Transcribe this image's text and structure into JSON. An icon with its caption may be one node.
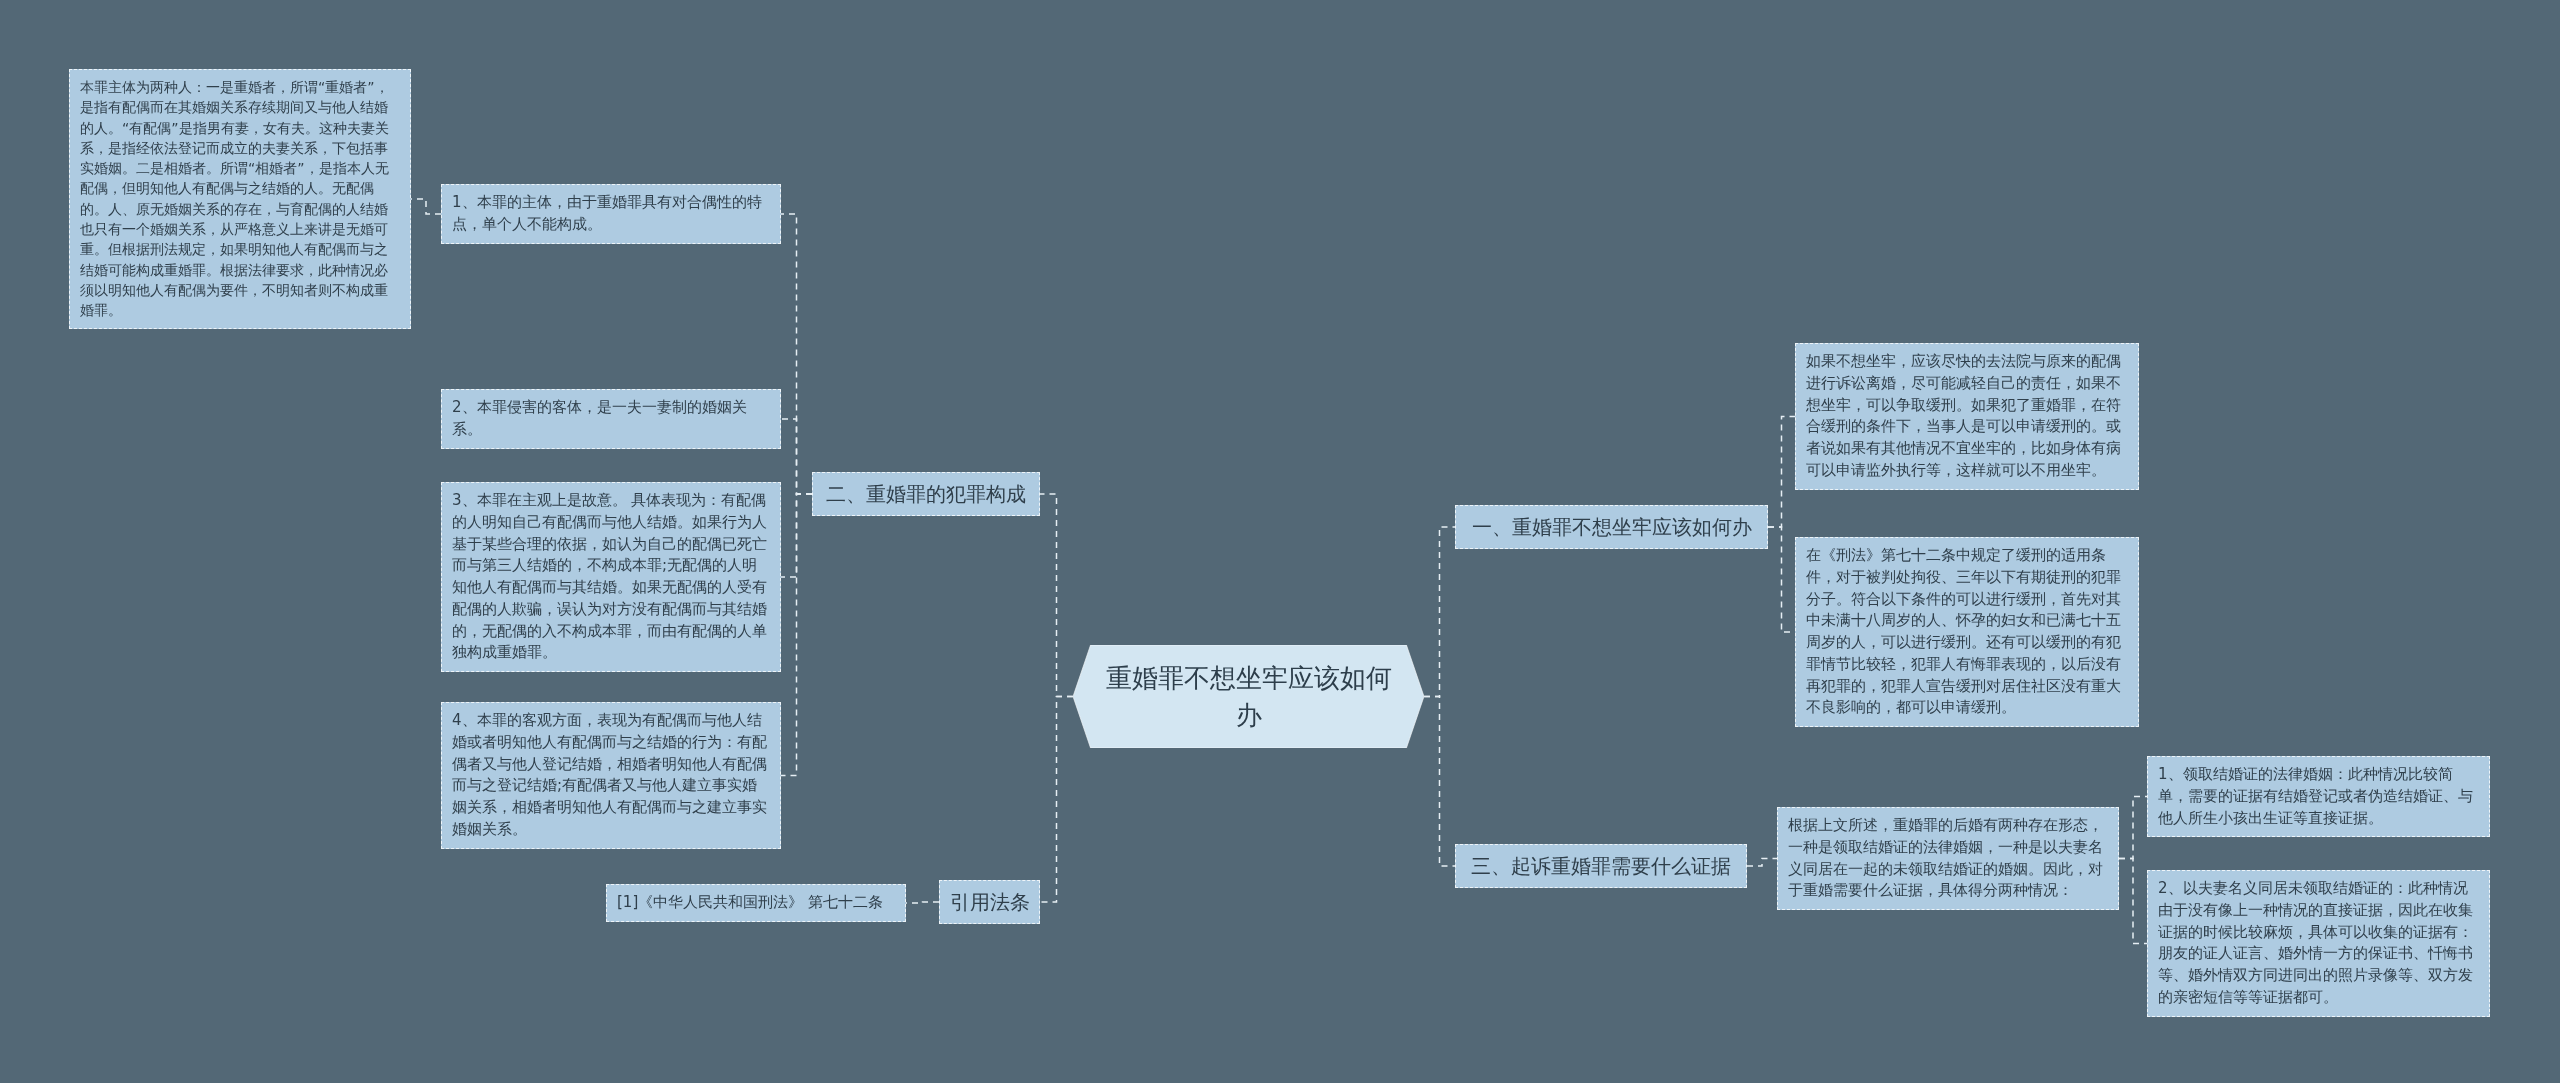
{
  "diagram": {
    "nodes": [
      {
        "text": [
          "重婚罪不想坐牢应该如何办"
        ]
      },
      {
        "text": [
          "二、重婚罪的犯罪构成"
        ]
      },
      {
        "text": [
          "1、本罪的主体，由于重婚罪具有对合偶性的特点，单个人不能构成。"
        ]
      },
      {
        "text": [
          "本罪主体为两种人：一是重婚者，所谓“重婚者”，是指有配偶而在其婚姻关系存续期间又与他人结婚的人。“有配偶”是指男有妻，女有夫。这种夫妻关系，是指经依法登记而成立的夫妻关系，下包括事实婚姻。二是相婚者。所谓“相婚者”，是指本人无配偶，但明知他人有配偶与之结婚的人。无配偶的。人、原无婚姻关系的存在，与育配偶的人结婚也只有一个婚姻关系，从严格意义上来讲是无婚可重。但根据刑法规定，如果明知他人有配偶而与之结婚可能构成重婚罪。根据法律要求，此种情况必须以明知他人有配偶为要件，不明知者则不构成重婚罪。"
        ]
      },
      {
        "text": [
          "2、本罪侵害的客体，是一夫一妻制的婚姻关系。"
        ]
      },
      {
        "text": [
          "3、本罪在主观上是故意。 具体表现为：有配偶的人明知自己有配偶而与他人结婚。如果行为人基于某些合理的依据，如认为自己的配偶已死亡而与第三人结婚的，不构成本罪;无配偶的人明知他人有配偶而与其结婚。如果无配偶的人受有配偶的人欺骗，误认为对方没有配偶而与其结婚的，无配偶的入不构成本罪，而由有配偶的人单独构成重婚罪。"
        ]
      },
      {
        "text": [
          "4、本罪的客观方面，表现为有配偶而与他人结婚或者明知他人有配偶而与之结婚的行为：有配偶者又与他人登记结婚，相婚者明知他人有配偶而与之登记结婚;有配偶者又与他人建立事实婚姻关系，相婚者明知他人有配偶而与之建立事实婚姻关系。"
        ]
      },
      {
        "text": [
          "引用法条"
        ]
      },
      {
        "text": [
          "[1]《中华人民共和国刑法》 第七十二条"
        ]
      },
      {
        "text": [
          "一、重婚罪不想坐牢应该如何办"
        ]
      },
      {
        "text": [
          "如果不想坐牢，应该尽快的去法院与原来的配偶进行诉讼离婚，尽可能减轻自己的责任，如果不想坐牢，可以争取缓刑。如果犯了重婚罪，在符合缓刑的条件下，当事人是可以申请缓刑的。或者说如果有其他情况不宜坐牢的，比如身体有病可以申请监外执行等，这样就可以不用坐牢。"
        ]
      },
      {
        "text": [
          "在《刑法》第七十二条中规定了缓刑的适用条件，对于被判处拘役、三年以下有期徒刑的犯罪分子。符合以下条件的可以进行缓刑，首先对其中未满十八周岁的人、怀孕的妇女和已满七十五周岁的人，可以进行缓刑。还有可以缓刑的有犯罪情节比较轻，犯罪人有悔罪表现的，以后没有再犯罪的，犯罪人宣告缓刑对居住社区没有重大不良影响的，都可以申请缓刑。"
        ]
      },
      {
        "text": [
          "三、起诉重婚罪需要什么证据"
        ]
      },
      {
        "text": [
          "根据上文所述，重婚罪的后婚有两种存在形态，一种是领取结婚证的法律婚姻，一种是以夫妻名义同居在一起的未领取结婚证的婚姻。因此，对于重婚需要什么证据，具体得分两种情况："
        ]
      },
      {
        "text": [
          "1、领取结婚证的法律婚姻：此种情况比较简单，需要的证据有结婚登记或者伪造结婚证、与他人所生小孩出生证等直接证据。"
        ]
      },
      {
        "text": [
          "2、以夫妻名义同居未领取结婚证的：此种情况由于没有像上一种情况的直接证据，因此在收集证据的时候比较麻烦，具体可以收集的证据有：朋友的证人证言、婚外情一方的保证书、忏悔书等、婚外情双方同进同出的照片录像等、双方发的亲密短信等等证据都可。"
        ]
      }
    ],
    "edges": [
      {
        "from": 0,
        "to": 1,
        "arrow": "none"
      },
      {
        "from": 1,
        "to": 2,
        "arrow": "none"
      },
      {
        "from": 2,
        "to": 3,
        "arrow": "none"
      },
      {
        "from": 1,
        "to": 4,
        "arrow": "none"
      },
      {
        "from": 1,
        "to": 5,
        "arrow": "none"
      },
      {
        "from": 1,
        "to": 6,
        "arrow": "none"
      },
      {
        "from": 0,
        "to": 7,
        "arrow": "none"
      },
      {
        "from": 7,
        "to": 8,
        "arrow": "none"
      },
      {
        "from": 0,
        "to": 9,
        "arrow": "none"
      },
      {
        "from": 9,
        "to": 10,
        "arrow": "none"
      },
      {
        "from": 9,
        "to": 11,
        "arrow": "none"
      },
      {
        "from": 0,
        "to": 12,
        "arrow": "none"
      },
      {
        "from": 12,
        "to": 13,
        "arrow": "none"
      },
      {
        "from": 13,
        "to": 14,
        "arrow": "none"
      },
      {
        "from": 13,
        "to": 15,
        "arrow": "none"
      }
    ]
  }
}
